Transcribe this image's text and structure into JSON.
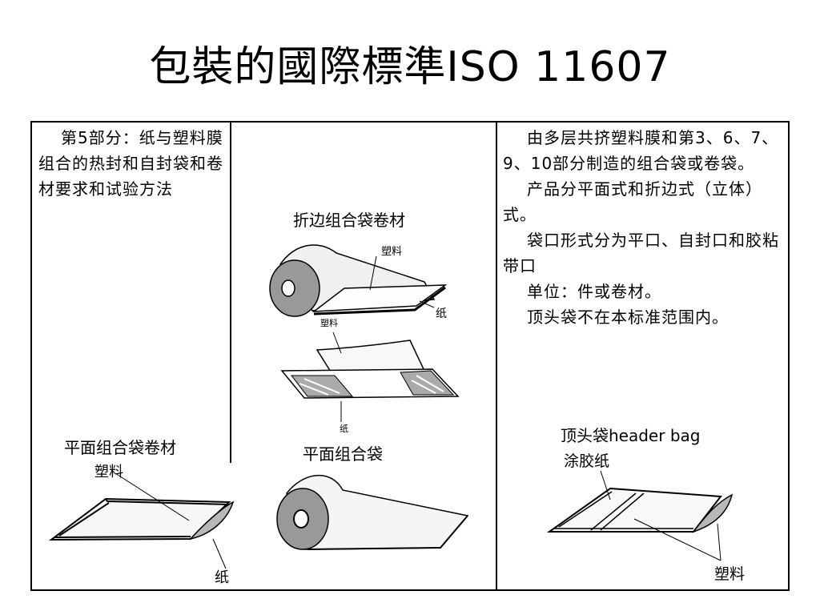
{
  "title": "包裝的國際標準ISO 11607",
  "left_cell": {
    "text": "第5部分：纸与塑料膜组合的热封和自封袋和卷材要求和试验方法",
    "flat_roll_label": "平面组合袋卷材",
    "plastic_label": "塑料",
    "paper_label": "纸"
  },
  "middle_cell": {
    "gusset_roll_label": "折边组合袋卷材",
    "plastic_label": "塑料",
    "paper_label": "纸",
    "plastic_label_2": "塑料",
    "paper_label_2": "纸",
    "flat_bag_label": "平面组合袋"
  },
  "right_cell": {
    "paragraphs": [
      "由多层共挤塑料膜和第3、6、7、9、10部分制造的组合袋或卷袋。",
      "产品分平面式和折边式（立体）式。",
      "袋口形式分为平口、自封口和胶粘带口",
      "单位：件或卷材。",
      "顶头袋不在本标准范围内。"
    ],
    "header_bag_label": "顶头袋header bag",
    "coated_paper_label": "涂胶纸",
    "plastic_label": "塑料"
  }
}
